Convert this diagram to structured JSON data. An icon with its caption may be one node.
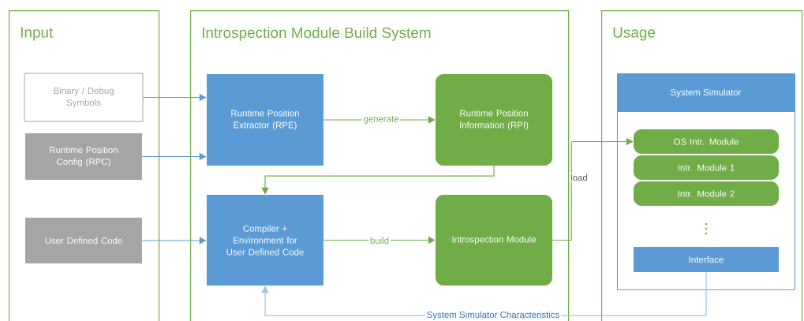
{
  "diagram": {
    "nodes": [
      {
        "text": [
          "Input"
        ]
      },
      {
        "text": [
          "Introspection Module Build System"
        ]
      },
      {
        "text": [
          "Usage"
        ]
      },
      {
        "text": [
          "Binary / Debug Symbols"
        ],
        "in": 0
      },
      {
        "text": [
          "Runtime Position Config (RPC)"
        ],
        "in": 0
      },
      {
        "text": [
          "User Defined Code"
        ],
        "in": 0
      },
      {
        "text": [
          "Runtime Position Extractor (RPE)"
        ],
        "in": 1
      },
      {
        "text": [
          "Runtime Position Information (RPI)"
        ],
        "in": 1
      },
      {
        "text": [
          "Compiler + Environment for User Defined Code"
        ],
        "in": 1
      },
      {
        "text": [
          "Introspection Module"
        ],
        "in": 1
      },
      {
        "text": [
          "System Simulator"
        ],
        "in": 2
      },
      {
        "text": [
          "OS Intr. Module"
        ],
        "in": 10
      },
      {
        "text": [
          "Intr. Module 1"
        ],
        "in": 10
      },
      {
        "text": [
          "Intr. Module 2"
        ],
        "in": 10
      },
      {
        "text": [
          "Interface"
        ],
        "in": 10
      }
    ],
    "edges": [
      {
        "from": 3,
        "to": 6,
        "arrow": "to",
        "color": "#5b9bd5"
      },
      {
        "from": 4,
        "to": 6,
        "arrow": "to",
        "color": "#5b9bd5"
      },
      {
        "from": 5,
        "to": 8,
        "arrow": "to",
        "color": "#5b9bd5"
      },
      {
        "from": 6,
        "to": 7,
        "arrow": "to",
        "label": "generate"
      },
      {
        "from": 7,
        "to": 8,
        "arrow": "to"
      },
      {
        "from": 8,
        "to": 9,
        "arrow": "to",
        "label": "build"
      },
      {
        "from": 9,
        "to": 11,
        "arrow": "to",
        "label": "load"
      },
      {
        "from": 14,
        "to": 8,
        "arrow": "to",
        "label": "System Simulator Characteristics",
        "color": "#9dc3e6"
      }
    ]
  }
}
